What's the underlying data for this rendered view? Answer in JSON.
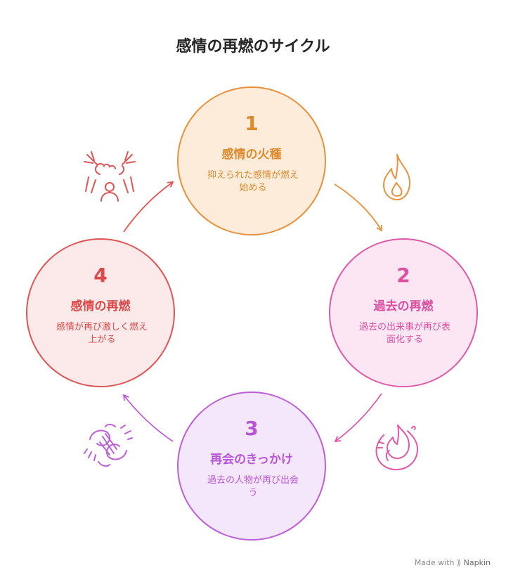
{
  "title": "感情の再燃のサイクル",
  "steps": [
    {
      "number": "1",
      "heading": "感情の火種",
      "desc_line1": "抑えられた感情が燃え",
      "desc_line2": "始める"
    },
    {
      "number": "2",
      "heading": "過去の再燃",
      "desc_line1": "過去の出来事が再び表",
      "desc_line2": "面化する"
    },
    {
      "number": "3",
      "heading": "再会のきっかけ",
      "desc_line1": "過去の人物が再び出会",
      "desc_line2": "う"
    },
    {
      "number": "4",
      "heading": "感情の再燃",
      "desc_line1": "感情が再び激しく燃え",
      "desc_line2": "上がる"
    }
  ],
  "icons": {
    "step1": "flame-icon",
    "step2": "rekindled-flame-icon",
    "step3": "handshake-icon",
    "step4": "frustrated-person-icon"
  },
  "colors": {
    "step1": "#e9913d",
    "step2": "#e05aa9",
    "step3": "#bd5fd9",
    "step4": "#e05555"
  },
  "watermark": {
    "prefix": "Made with",
    "brand": "Napkin"
  }
}
